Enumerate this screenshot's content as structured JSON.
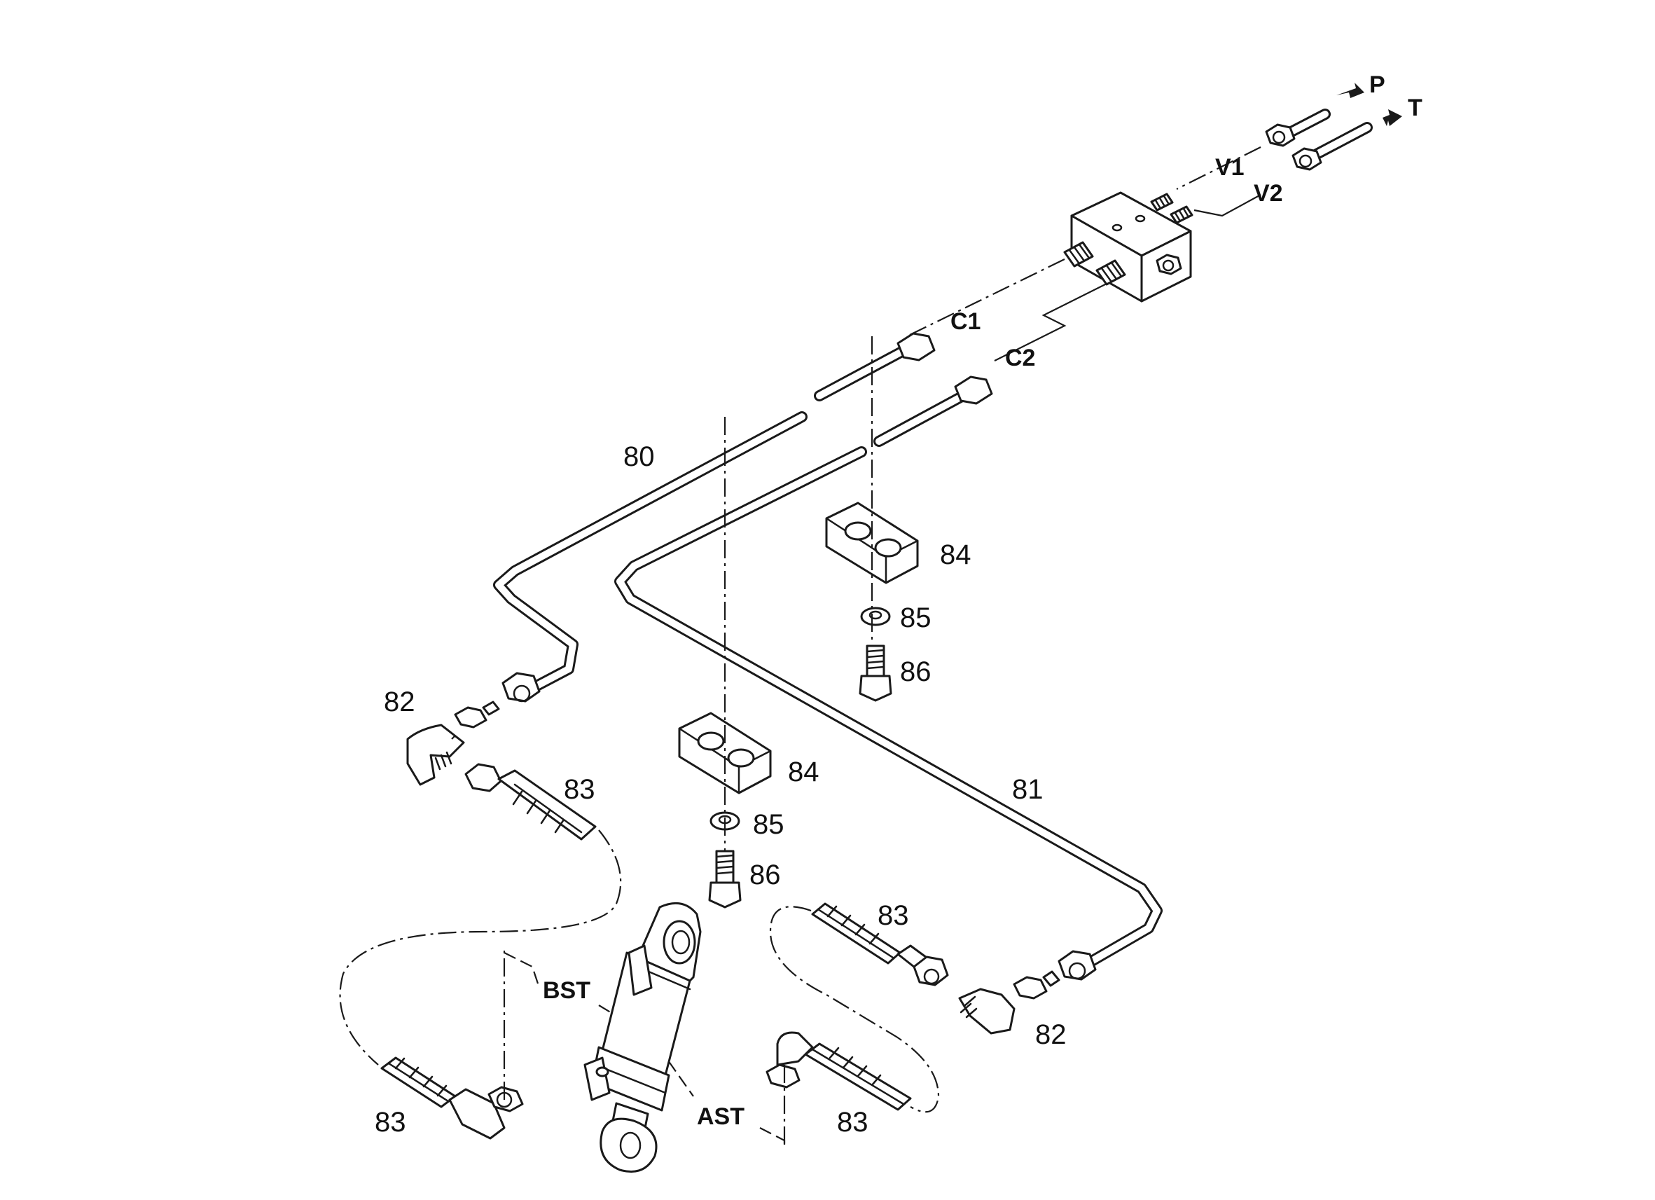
{
  "callouts": {
    "p80": "80",
    "p81": "81",
    "p82_left": "82",
    "p82_right": "82",
    "p83_top_left": "83",
    "p83_bottom_left": "83",
    "p83_middle_right": "83",
    "p83_bottom_right": "83",
    "p84_upper": "84",
    "p84_lower": "84",
    "p85_upper": "85",
    "p85_lower": "85",
    "p86_upper": "86",
    "p86_lower": "86"
  },
  "port_labels": {
    "P": "P",
    "T": "T",
    "V1": "V1",
    "V2": "V2",
    "C1": "C1",
    "C2": "C2",
    "BST": "BST",
    "AST": "AST"
  },
  "colors": {
    "line": "#1a1a1a",
    "background": "#ffffff"
  }
}
